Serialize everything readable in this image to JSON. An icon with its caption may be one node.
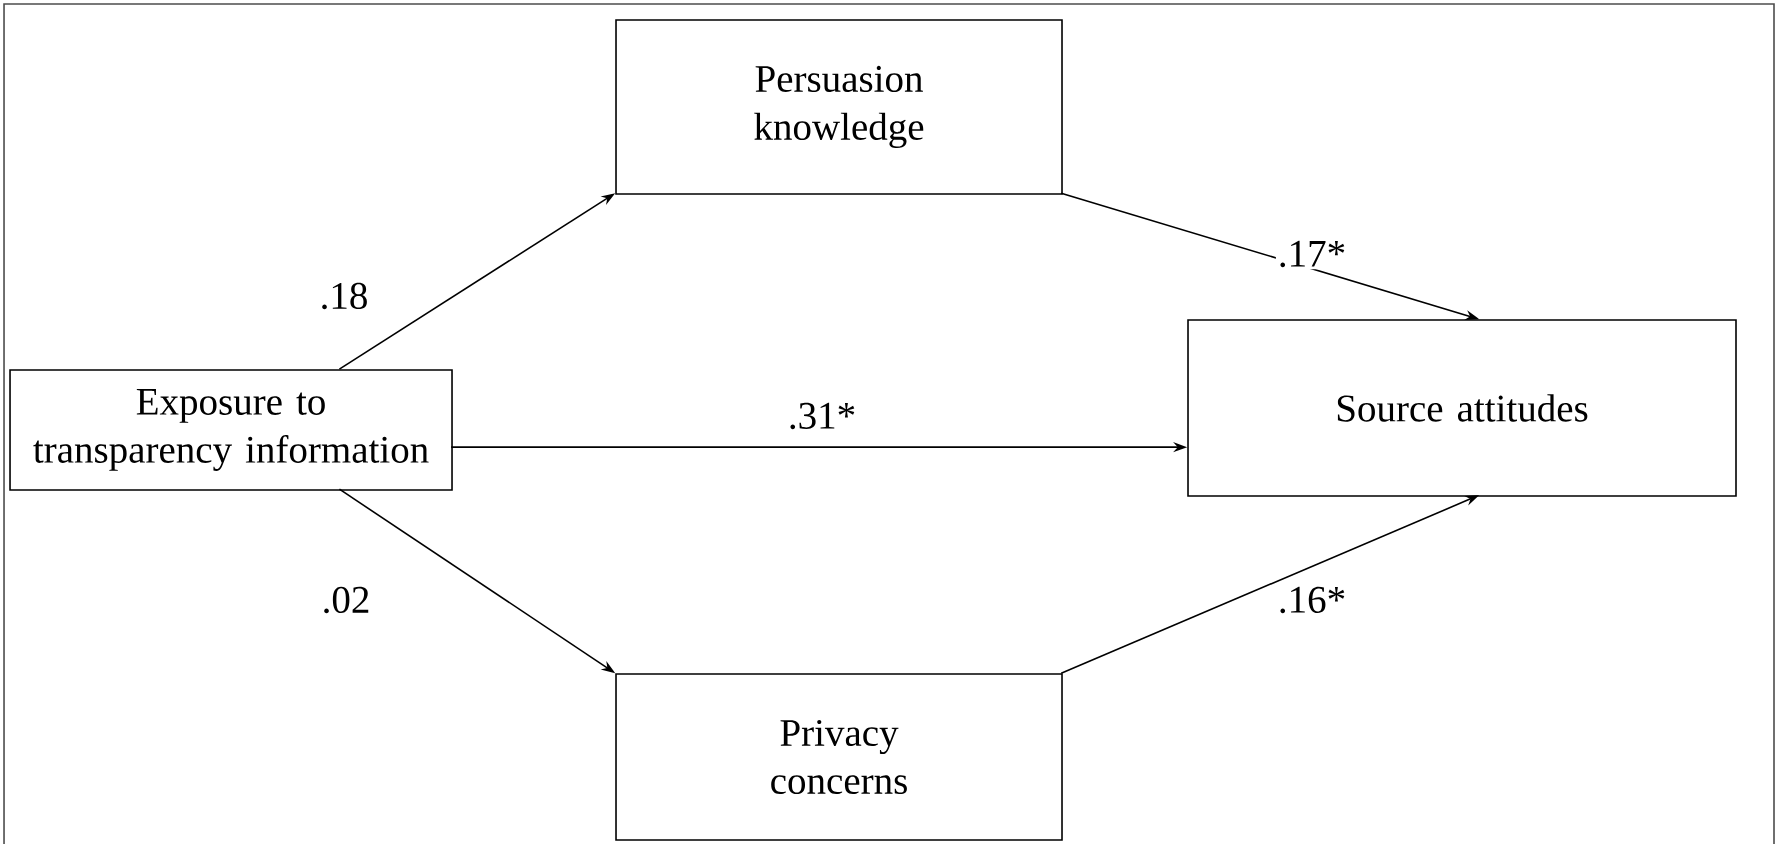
{
  "diagram": {
    "nodes": [
      {
        "text": [
          "Exposure to transparency information"
        ]
      },
      {
        "text": [
          "Persuasion knowledge"
        ]
      },
      {
        "text": [
          "Source attitudes"
        ]
      },
      {
        "text": [
          "Privacy concerns"
        ]
      }
    ],
    "edges": [
      {
        "from": 0,
        "to": 1,
        "arrow": "to",
        "label": ".18"
      },
      {
        "from": 0,
        "to": 2,
        "arrow": "to",
        "label": ".31*"
      },
      {
        "from": 0,
        "to": 3,
        "arrow": "to",
        "label": ".02"
      },
      {
        "from": 1,
        "to": 2,
        "arrow": "to",
        "label": ".17*"
      },
      {
        "from": 3,
        "to": 2,
        "arrow": "to",
        "label": ".16*"
      }
    ]
  }
}
